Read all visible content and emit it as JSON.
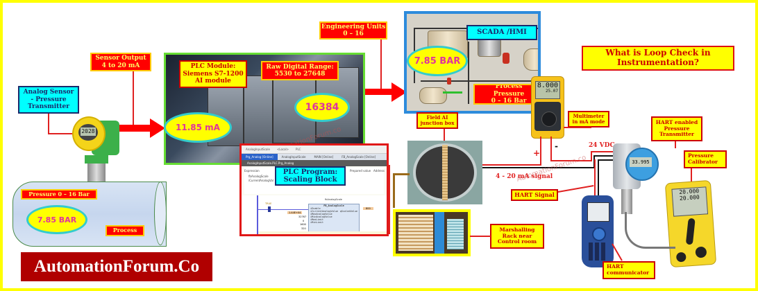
{
  "title": "What is Loop Check in\nInstrumentation?",
  "brand": "AutomationForum.Co",
  "watermark": "AutomationForum.co",
  "labels": {
    "analog_sensor": "Analog Sensor\n- Pressure\nTransmitter",
    "sensor_output": "Sensor Output\n4 to 20 mA",
    "pressure_range": "Pressure 0 – 16 Bar",
    "process": "Process",
    "plc_module": "PLC Module:\nSiemens S7-1200\nAI module",
    "raw_digital_range": "Raw Digital Range:\n5530 to 27648",
    "engineering_units": "Engineering Units\n0 – 16",
    "scada_hmi": "SCADA /HMI",
    "process_pressure": "Process Pressure\n0 – 16 Bar",
    "plc_program": "PLC Program:\nScaling Block",
    "field_ai_jb": "Field AI\njunction box",
    "multimeter": "Multimeter\nin mA mode",
    "hart_transmitter": "HART enabled\nPressure\nTransmitter",
    "pressure_calibrator": "Pressure\nCalibrator",
    "marshalling_rack": "Marshalling\nRack near\nControl room",
    "hart_signal": "HART Signal",
    "hart_communicator": "HART\ncommunicator",
    "signal_4_20": "4 - 20 mA signal",
    "vdc_24": "24 VDC",
    "plus": "+",
    "minus": "-"
  },
  "values": {
    "process_pressure": "7.85 BAR",
    "plc_current": "11.85 mA",
    "raw_count": "16384",
    "scada_pressure": "7.85 BAR",
    "sensor_display": "2028",
    "multimeter_display": "8.000",
    "multimeter_sub": "25.07",
    "hart_tx_display": "33.995",
    "calibrator_display_1": "20.000",
    "calibrator_display_2": "20.000"
  },
  "plc_program": {
    "toolbar": [
      "AnalogInputScale",
      "<Local>",
      "PLC"
    ],
    "tabs": [
      "Prg_Analog [Online]",
      "AnalogInputScale",
      "MAIN [Online]",
      "FB_AnalogScale [Online]"
    ],
    "window_title": "AnalogInputScale.PLC.Prg_Analog",
    "columns": [
      "Expression",
      "Prepared value",
      "Address"
    ],
    "tree": [
      "fbAnalogScale",
      "iCurrentAnalogVal"
    ],
    "block_instance": "fbAnalogScale",
    "block_type": "FB_AnalogScale",
    "inputs": [
      "iEnable",
      "iCurrentAnalogValue",
      "iMaxAnalogValue",
      "iMinAnalogValue",
      "iMaxLimit",
      "iMinLimit"
    ],
    "input_values": [
      "",
      "1.44E+04",
      "32767",
      "0",
      "1600",
      "320"
    ],
    "output": "qScaledValue",
    "output_value": "800",
    "contact": "TRUE"
  },
  "colors": {
    "frame": "#ffff00",
    "label_red_bg": "#ff0000",
    "label_red_text": "#ffff66",
    "label_yellow_bg": "#ffff00",
    "label_yellow_text": "#cc0000",
    "label_cyan_bg": "#00ffff",
    "ellipse_fill": "#ffff00",
    "ellipse_text": "#e0339e",
    "brand_bg": "#b00000",
    "arrow": "#ff0000"
  }
}
